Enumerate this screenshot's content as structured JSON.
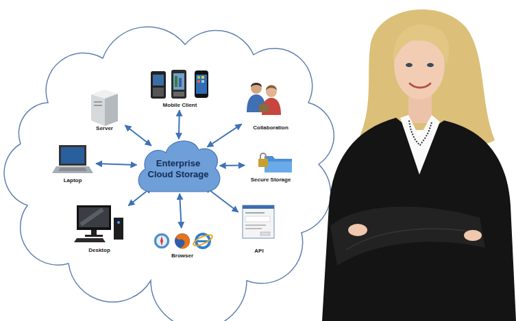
{
  "diagram": {
    "nodes": [
      {
        "text": [
          "Mobile Client"
        ]
      },
      {
        "text": [
          "Server"
        ]
      },
      {
        "text": [
          "Collaboration"
        ]
      },
      {
        "text": [
          "Enterprise Cloud Storage"
        ]
      },
      {
        "text": [
          "Laptop"
        ]
      },
      {
        "text": [
          "Secure Storage"
        ]
      },
      {
        "text": [
          "Desktop"
        ]
      },
      {
        "text": [
          "Browser"
        ]
      },
      {
        "text": [
          "API"
        ]
      }
    ],
    "edges": [
      {
        "from": 3,
        "to": 0,
        "arrow": "both"
      },
      {
        "from": 3,
        "to": 1,
        "arrow": "both"
      },
      {
        "from": 3,
        "to": 2,
        "arrow": "both"
      },
      {
        "from": 3,
        "to": 4,
        "arrow": "both"
      },
      {
        "from": 3,
        "to": 5,
        "arrow": "both"
      },
      {
        "from": 3,
        "to": 6,
        "arrow": "both"
      },
      {
        "from": 3,
        "to": 7,
        "arrow": "both"
      },
      {
        "from": 3,
        "to": 8,
        "arrow": "both"
      }
    ]
  }
}
